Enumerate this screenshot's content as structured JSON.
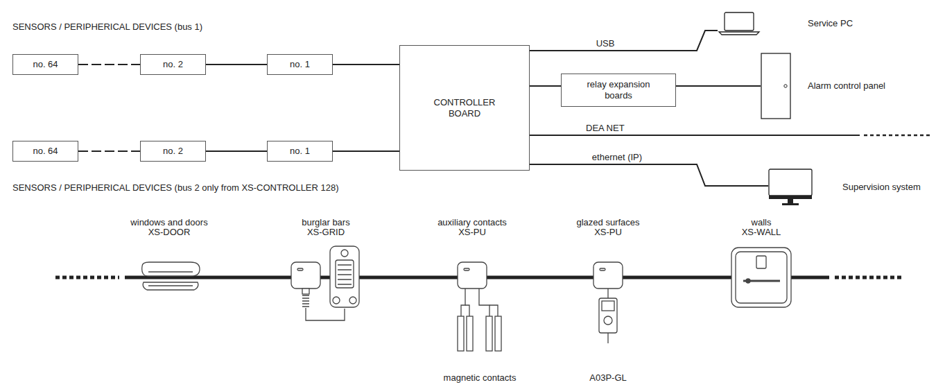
{
  "diagram": {
    "nodes": [
      {
        "text": [
          "no. 64"
        ]
      },
      {
        "text": [
          "no. 2"
        ]
      },
      {
        "text": [
          "no. 1"
        ]
      },
      {
        "text": [
          "CONTROLLER BOARD"
        ]
      },
      {
        "text": [
          "Service PC"
        ]
      },
      {
        "text": [
          "relay expansion boards"
        ]
      },
      {
        "text": [
          "Alarm control panel"
        ]
      },
      {
        "text": [
          "Supervision system"
        ]
      },
      {
        "text": [
          "no. 64"
        ]
      },
      {
        "text": [
          "no. 2"
        ]
      },
      {
        "text": [
          "no. 1"
        ]
      }
    ],
    "edges": [
      {
        "from": 0,
        "to": 1,
        "arrow": "none"
      },
      {
        "from": 1,
        "to": 2,
        "arrow": "none"
      },
      {
        "from": 2,
        "to": 3,
        "arrow": "none"
      },
      {
        "from": 3,
        "to": 4,
        "label": "USB",
        "arrow": "none"
      },
      {
        "from": 3,
        "to": 5,
        "arrow": "none"
      },
      {
        "from": 5,
        "to": 6,
        "arrow": "none"
      },
      {
        "from": 3,
        "to": 7,
        "label": "ethernet (IP)",
        "arrow": "none"
      },
      {
        "from": 8,
        "to": 9,
        "arrow": "none"
      },
      {
        "from": 9,
        "to": 10,
        "arrow": "none"
      },
      {
        "from": 10,
        "to": 3,
        "arrow": "none"
      }
    ],
    "labels": [
      "SENSORS / PERIPHERICAL DEVICES (bus 1)",
      "SENSORS / PERIPHERICAL DEVICES (bus 2 only from XS-CONTROLLER 128)",
      "DEA NET",
      "windows and doors",
      "XS-DOOR",
      "burglar bars",
      "XS-GRID",
      "auxiliary contacts",
      "XS-PU",
      "glazed surfaces",
      "XS-PU",
      "walls",
      "XS-WALL",
      "magnetic contacts",
      "A03P-GL"
    ]
  }
}
